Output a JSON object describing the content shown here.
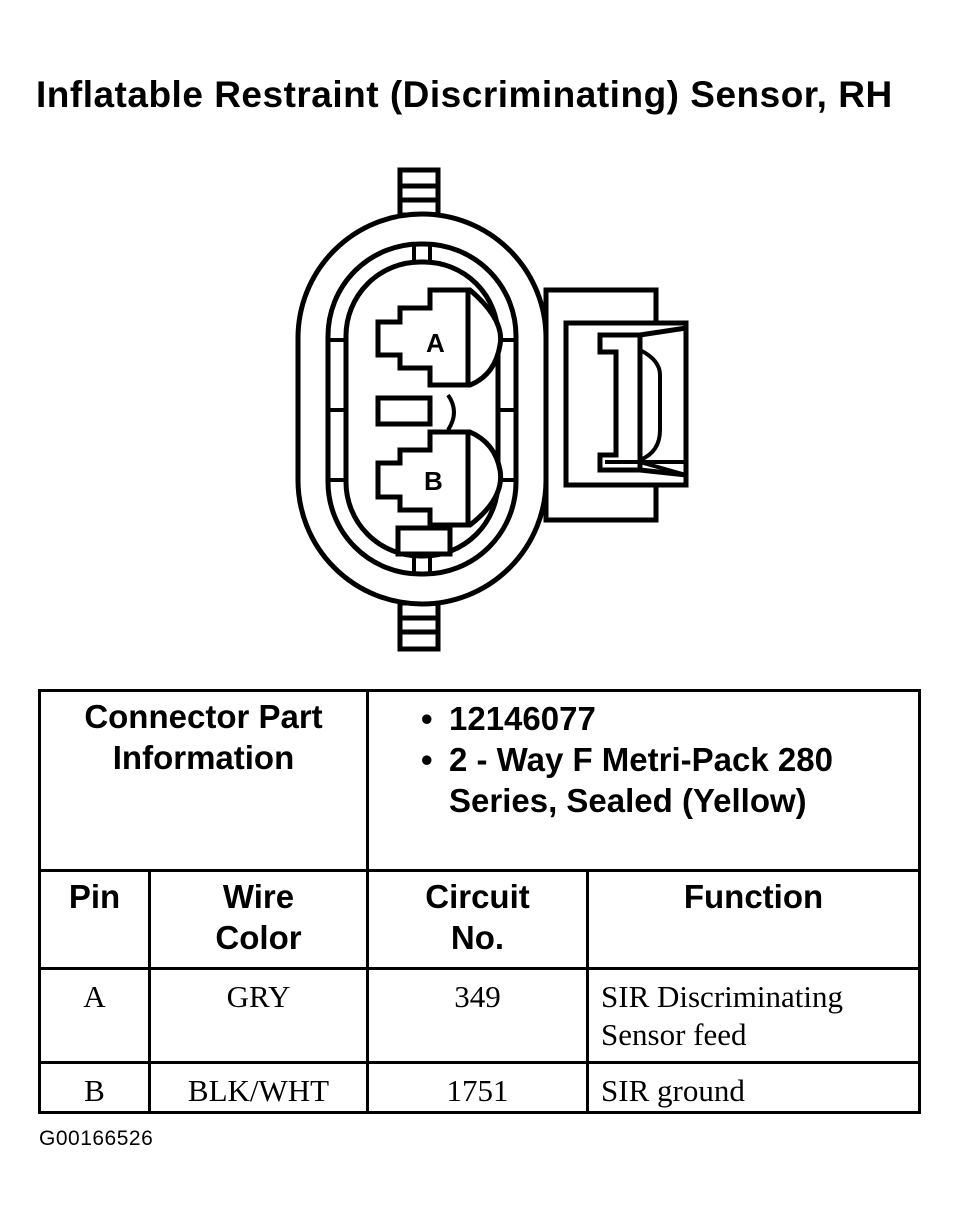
{
  "title": "Inflatable Restraint (Discriminating) Sensor, RH",
  "connector_pins": {
    "a": "A",
    "b": "B"
  },
  "table": {
    "part_info_label": "Connector Part Information",
    "part_info_items": [
      "12146077",
      "2 - Way F Metri-Pack 280 Series, Sealed (Yellow)"
    ],
    "headers": {
      "pin": "Pin",
      "wire_color": "Wire Color",
      "circuit_no": "Circuit No.",
      "function": "Function"
    },
    "rows": [
      {
        "pin": "A",
        "wire_color": "GRY",
        "circuit": "349",
        "function": "SIR Discriminating Sensor feed"
      },
      {
        "pin": "B",
        "wire_color": "BLK/WHT",
        "circuit": "1751",
        "function": "SIR ground"
      }
    ]
  },
  "figure_id": "G00166526"
}
